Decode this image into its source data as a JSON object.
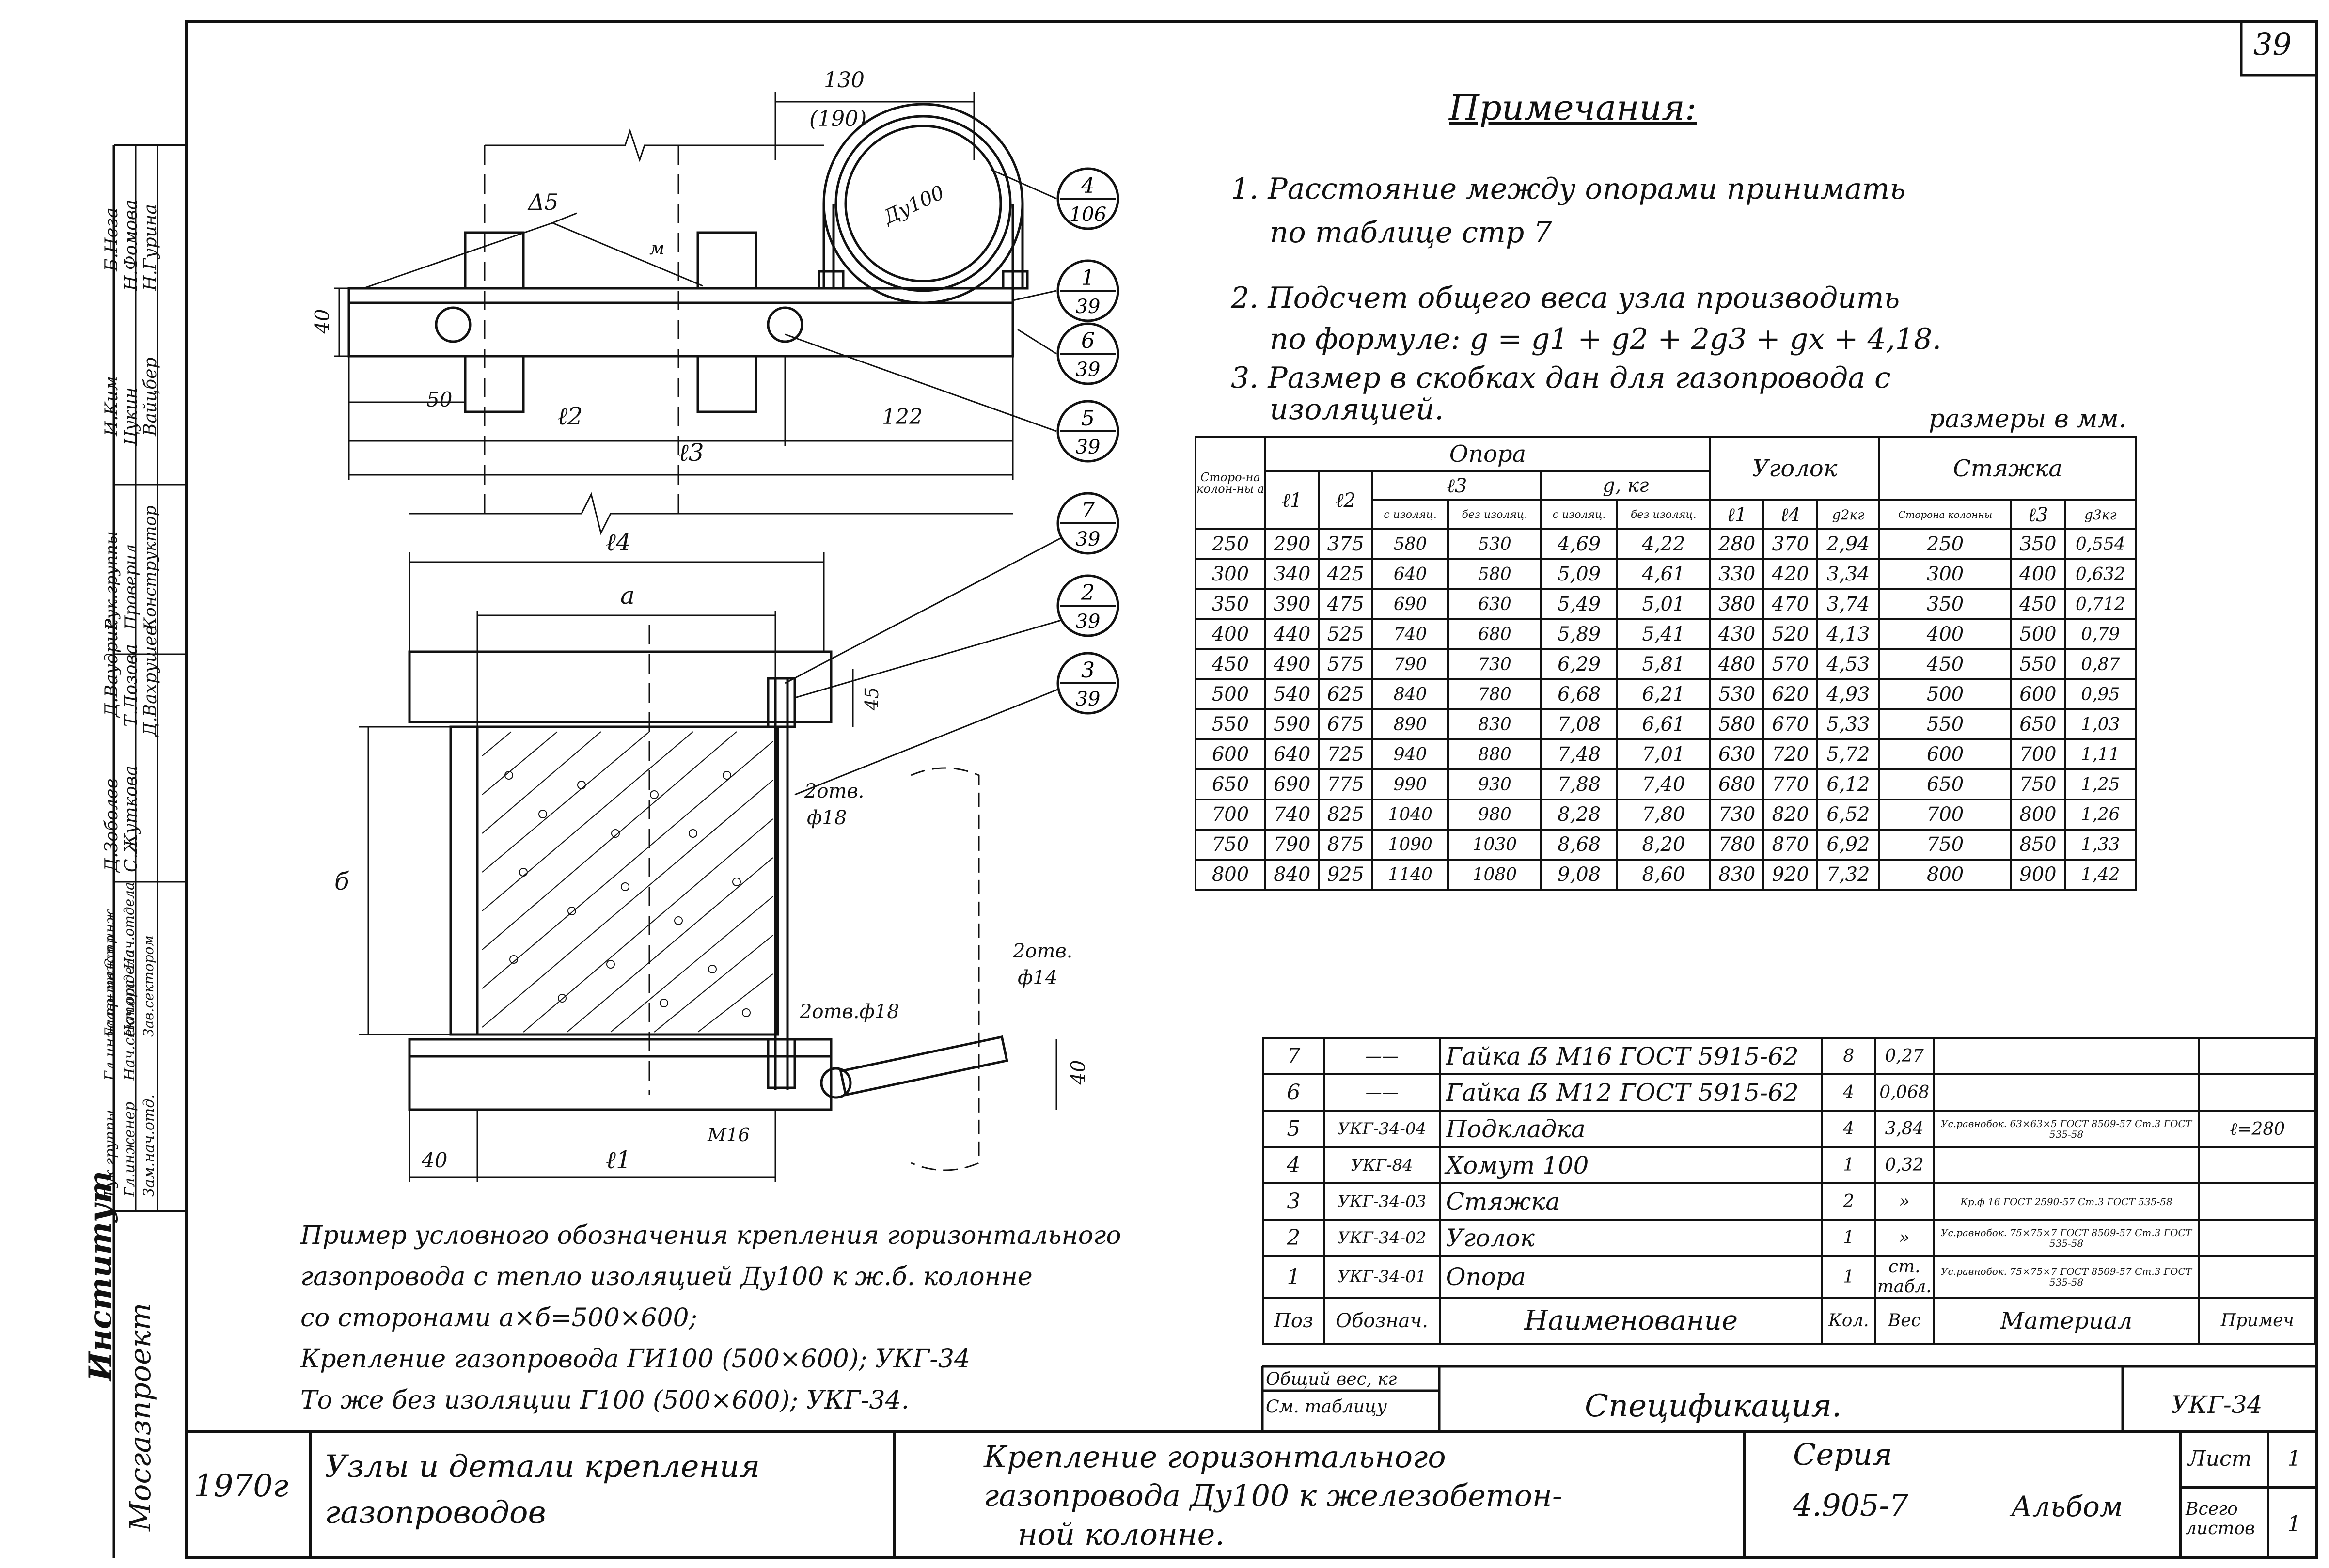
{
  "sheet_number": "39",
  "notes": {
    "title": "Примечания:",
    "items": [
      "1. Расстояние между опорами принимать",
      "по таблице стр 7",
      "2. Подсчет общего веса узла производить",
      "по формуле: g = g1 + g2 + 2g3 + gx + 4,18.",
      "3. Размер в скобках дан для газопровода с",
      "изоляцией."
    ],
    "units": "размеры в мм."
  },
  "drawing": {
    "dims": {
      "top_width": "130",
      "top_width_alt": "(190)",
      "weld": "Δ5",
      "weld_m": "м",
      "pipe_label": "Ду100",
      "h40_top": "40",
      "d50": "50",
      "l2": "ℓ2",
      "d122": "122",
      "l3": "ℓ3",
      "l4": "ℓ4",
      "a": "a",
      "b": "б",
      "d45": "45",
      "holes1": "2отв.",
      "holes1b": "ф18",
      "holes2": "2отв.ф18",
      "holes3": "2отв.",
      "holes3b": "ф14",
      "m16": "М16",
      "d40_left": "40",
      "l1": "ℓ1",
      "h40_right": "40"
    },
    "callouts": [
      {
        "top": "4",
        "bottom": "106"
      },
      {
        "top": "1",
        "bottom": "39"
      },
      {
        "top": "6",
        "bottom": "39"
      },
      {
        "top": "5",
        "bottom": "39"
      },
      {
        "top": "7",
        "bottom": "39"
      },
      {
        "top": "2",
        "bottom": "39"
      },
      {
        "top": "3",
        "bottom": "39"
      }
    ]
  },
  "example": {
    "lines": [
      "Пример условного обозначения крепления горизонтального",
      "газопровода с тепло изоляцией Ду100 к ж.б. колонне",
      "со сторонами a×б=500×600;",
      "Крепление газопровода ГИ100 (500×600); УКГ-34",
      "То же без изоляции Г100 (500×600); УКГ-34."
    ]
  },
  "main_table": {
    "group_headers": {
      "support": "Опора",
      "angle": "Уголок",
      "tie": "Стяжка"
    },
    "sub_headers": {
      "side": "Сторо-на колон-ны a",
      "l1": "ℓ1",
      "l2": "ℓ2",
      "l3": "ℓ3",
      "g_kg": "g, кг",
      "with_ins": "с изоляц.",
      "without_ins": "без изоляц.",
      "with_ins2": "с изоляц.",
      "without_ins2": "без изоляц.",
      "angle_l1": "ℓ1",
      "angle_l4": "ℓ4",
      "angle_g": "g2кг",
      "tie_side": "Сторона колонны",
      "tie_l3": "ℓ3",
      "tie_g": "g3кг"
    },
    "rows": [
      [
        "250",
        "290",
        "375",
        "580",
        "530",
        "4,69",
        "4,22",
        "280",
        "370",
        "2,94",
        "250",
        "350",
        "0,554"
      ],
      [
        "300",
        "340",
        "425",
        "640",
        "580",
        "5,09",
        "4,61",
        "330",
        "420",
        "3,34",
        "300",
        "400",
        "0,632"
      ],
      [
        "350",
        "390",
        "475",
        "690",
        "630",
        "5,49",
        "5,01",
        "380",
        "470",
        "3,74",
        "350",
        "450",
        "0,712"
      ],
      [
        "400",
        "440",
        "525",
        "740",
        "680",
        "5,89",
        "5,41",
        "430",
        "520",
        "4,13",
        "400",
        "500",
        "0,79"
      ],
      [
        "450",
        "490",
        "575",
        "790",
        "730",
        "6,29",
        "5,81",
        "480",
        "570",
        "4,53",
        "450",
        "550",
        "0,87"
      ],
      [
        "500",
        "540",
        "625",
        "840",
        "780",
        "6,68",
        "6,21",
        "530",
        "620",
        "4,93",
        "500",
        "600",
        "0,95"
      ],
      [
        "550",
        "590",
        "675",
        "890",
        "830",
        "7,08",
        "6,61",
        "580",
        "670",
        "5,33",
        "550",
        "650",
        "1,03"
      ],
      [
        "600",
        "640",
        "725",
        "940",
        "880",
        "7,48",
        "7,01",
        "630",
        "720",
        "5,72",
        "600",
        "700",
        "1,11"
      ],
      [
        "650",
        "690",
        "775",
        "990",
        "930",
        "7,88",
        "7,40",
        "680",
        "770",
        "6,12",
        "650",
        "750",
        "1,25"
      ],
      [
        "700",
        "740",
        "825",
        "1040",
        "980",
        "8,28",
        "7,80",
        "730",
        "820",
        "6,52",
        "700",
        "800",
        "1,26"
      ],
      [
        "750",
        "790",
        "875",
        "1090",
        "1030",
        "8,68",
        "8,20",
        "780",
        "870",
        "6,92",
        "750",
        "850",
        "1,33"
      ],
      [
        "800",
        "840",
        "925",
        "1140",
        "1080",
        "9,08",
        "8,60",
        "830",
        "920",
        "7,32",
        "800",
        "900",
        "1,42"
      ]
    ]
  },
  "spec": {
    "rows": [
      {
        "pos": "7",
        "code": "——",
        "name": "Гайка ẞ М16 ГОСТ 5915-62",
        "qty": "8",
        "weight": "0,27",
        "material": "",
        "note": ""
      },
      {
        "pos": "6",
        "code": "——",
        "name": "Гайка ẞ М12 ГОСТ 5915-62",
        "qty": "4",
        "weight": "0,068",
        "material": "",
        "note": ""
      },
      {
        "pos": "5",
        "code": "УКГ-34-04",
        "name": "Подкладка",
        "qty": "4",
        "weight": "3,84",
        "material": "Ус.равнобок. 63×63×5 ГОСТ 8509-57 Ст.3 ГОСТ 535-58",
        "note": "ℓ=280"
      },
      {
        "pos": "4",
        "code": "УКГ-84",
        "name": "Хомут 100",
        "qty": "1",
        "weight": "0,32",
        "material": "",
        "note": ""
      },
      {
        "pos": "3",
        "code": "УКГ-34-03",
        "name": "Стяжка",
        "qty": "2",
        "weight": "»",
        "material": "Кр.ф 16 ГОСТ 2590-57 Ст.3 ГОСТ 535-58",
        "note": ""
      },
      {
        "pos": "2",
        "code": "УКГ-34-02",
        "name": "Уголок",
        "qty": "1",
        "weight": "»",
        "material": "Ус.равнобок. 75×75×7 ГОСТ 8509-57 Ст.3 ГОСТ 535-58",
        "note": ""
      },
      {
        "pos": "1",
        "code": "УКГ-34-01",
        "name": "Опора",
        "qty": "1",
        "weight": "ст. табл.",
        "material": "Ус.равнобок. 75×75×7 ГОСТ 8509-57 Ст.3 ГОСТ 535-58",
        "note": ""
      }
    ],
    "headers": {
      "pos": "Поз",
      "code": "Обознач.",
      "name": "Наименование",
      "qty": "Кол.",
      "weight": "Вес",
      "material": "Материал",
      "note": "Примеч"
    },
    "total_weight": "Общий вес, кг",
    "see_table": "См. таблицу",
    "spec_title": "Спецификация.",
    "spec_code": "УКГ-34"
  },
  "title_block": {
    "year": "1970г",
    "group_title": "Узлы и детали крепления газопроводов",
    "drawing_title_1": "Крепление горизонтального",
    "drawing_title_2": "газопровода Ду100 к железобетон-",
    "drawing_title_3": "ной колонне.",
    "series_label": "Серия",
    "series_value": "4.905-7",
    "album": "Альбом",
    "sheet_label": "Лист",
    "sheet_value": "1",
    "sheets_label": "Всего листов",
    "sheets_value": "1"
  },
  "side_stamp": {
    "institute": "Институт",
    "org": "Мосгазпроект",
    "roles": [
      "Рук.группы",
      "Гл.инженер",
      "Зам.нач.отд.",
      "Гл.инж.пр-та",
      "Нач.сектора"
    ],
    "role_cols": [
      "Главн.инж.пр.",
      "Нач.отдела",
      "Зав.сектором",
      "Ст.инж.",
      "Нач.отдела"
    ],
    "names": [
      "Б.Неза",
      "Н.Фомова",
      "Н.Гурина",
      "И.Ким",
      "Цукин",
      "Вайцбер",
      "Д.Ваудрик",
      "Т.Лозова",
      "Д.Вахрушев",
      "Д.Зоболев",
      "С.Жуткова"
    ],
    "roles2": [
      "Рук.группы",
      "Проверил",
      "Конструктор"
    ]
  }
}
